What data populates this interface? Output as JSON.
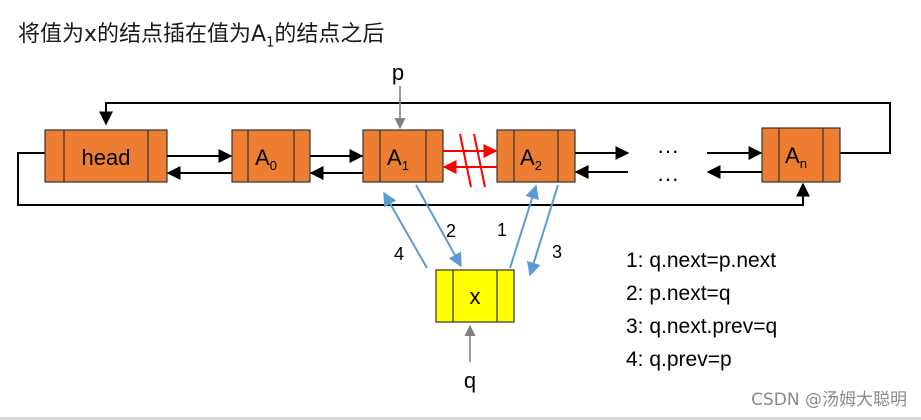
{
  "title": {
    "text_before": "将值为x的结点插在值为A",
    "subscript": "1",
    "text_after": "的结点之后"
  },
  "nodes": {
    "head": {
      "label": "head",
      "sub": ""
    },
    "a0": {
      "label": "A",
      "sub": "0"
    },
    "a1": {
      "label": "A",
      "sub": "1"
    },
    "a2": {
      "label": "A",
      "sub": "2"
    },
    "an": {
      "label": "A",
      "sub": "n"
    },
    "x": {
      "label": "x",
      "sub": ""
    }
  },
  "ellipsis_top": "···",
  "ellipsis_bottom": "···",
  "pointers": {
    "p": "p",
    "q": "q"
  },
  "step_labels": {
    "s1": "1",
    "s2": "2",
    "s3": "3",
    "s4": "4"
  },
  "operations": [
    "1: q.next=p.next",
    "2: p.next=q",
    "3: q.next.prev=q",
    "4: q.prev=p"
  ],
  "watermark": "CSDN @汤姆大聪明",
  "colors": {
    "node_fill": "#ED7D31",
    "new_node_fill": "#FFFF00",
    "new_link": "#5B9BD5",
    "removed_link": "#FF0000"
  }
}
